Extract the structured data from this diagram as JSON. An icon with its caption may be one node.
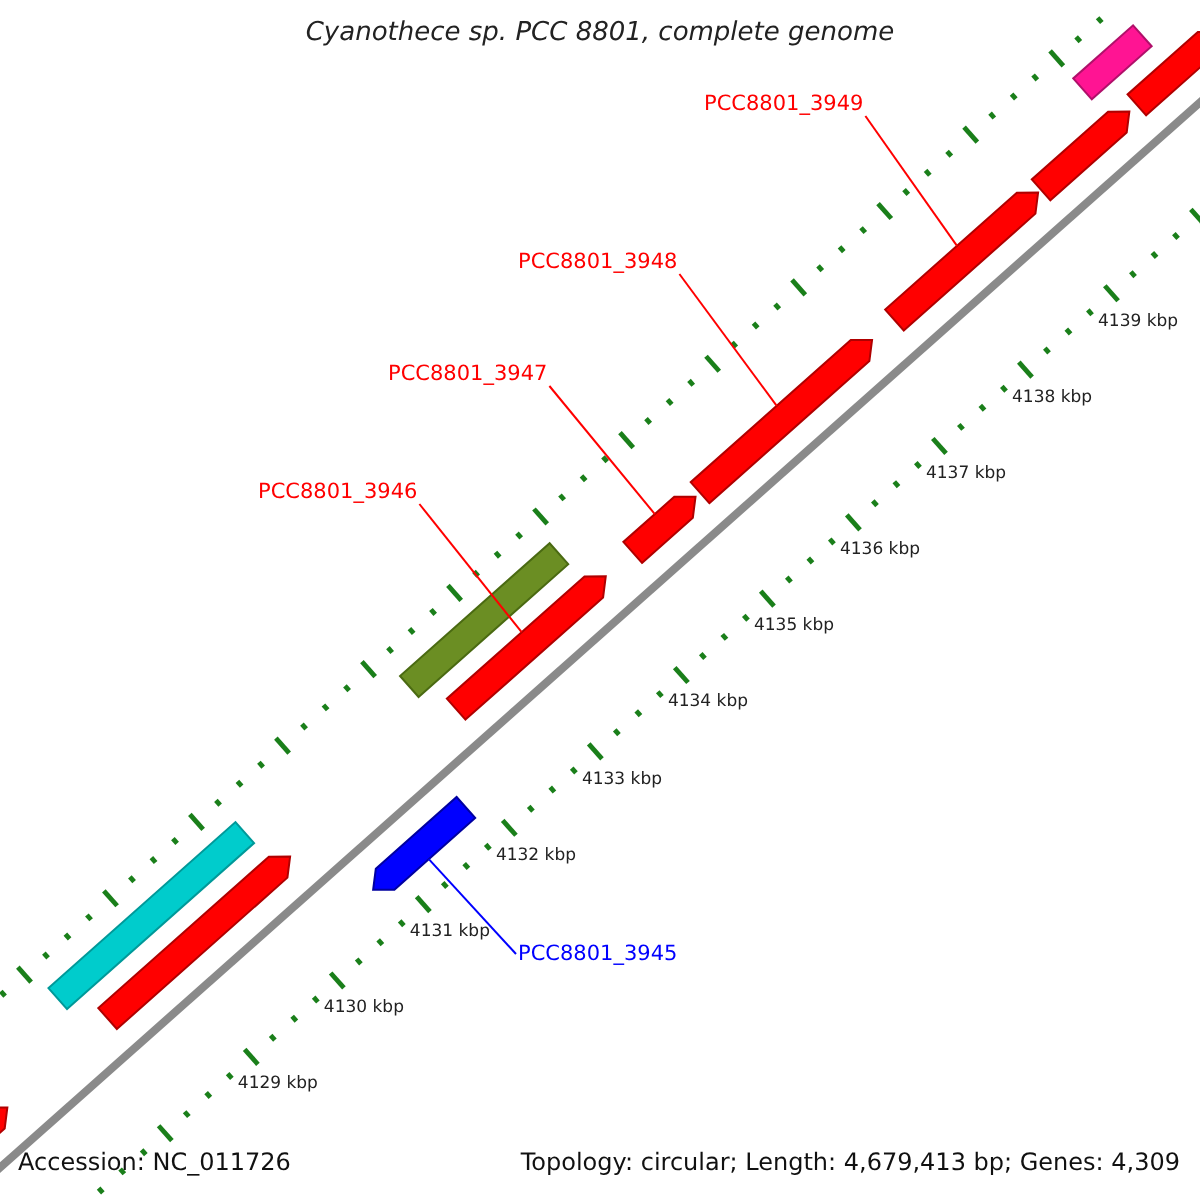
{
  "diagram": {
    "title": "Cyanothece sp. PCC 8801, complete genome",
    "nodes": [
      {
        "text": [],
        "shape": "bar"
      },
      {
        "text": [],
        "shape": "bar"
      },
      {
        "text": [
          "PCC8801_3949"
        ]
      },
      {
        "text": [],
        "shape": "bar"
      },
      {
        "text": [],
        "shape": "bar"
      },
      {
        "text": [
          "PCC8801_3948"
        ]
      },
      {
        "text": [],
        "shape": "bar"
      },
      {
        "text": [
          "PCC8801_3947"
        ]
      },
      {
        "text": [],
        "shape": "bar"
      },
      {
        "text": [
          "PCC8801_3946"
        ]
      },
      {
        "text": [],
        "shape": "bar"
      },
      {
        "text": [],
        "shape": "bar"
      },
      {
        "text": [],
        "shape": "bar"
      },
      {
        "text": [
          "PCC8801_3945"
        ]
      },
      {
        "text": [],
        "shape": "bar"
      },
      {
        "text": [],
        "shape": "bar"
      },
      {
        "text": [],
        "shape": "bar"
      }
    ],
    "edges": [
      {
        "from": 2,
        "to": 4,
        "arrow": "none"
      },
      {
        "from": 5,
        "to": 6,
        "arrow": "none"
      },
      {
        "from": 7,
        "to": 8,
        "arrow": "none"
      },
      {
        "from": 9,
        "to": 11,
        "arrow": "none"
      },
      {
        "from": 13,
        "to": 12,
        "arrow": "none",
        "color": "#0000ff"
      }
    ],
    "labels": [
      "4139 kbp",
      "4138 kbp",
      "4137 kbp",
      "4136 kbp",
      "4135 kbp",
      "4134 kbp",
      "4133 kbp",
      "4132 kbp",
      "4131 kbp",
      "4130 kbp",
      "4129 kbp",
      "Accession: NC_011726",
      "Topology: circular; Length: 4,679,413 bp; Genes: 4,309"
    ]
  }
}
